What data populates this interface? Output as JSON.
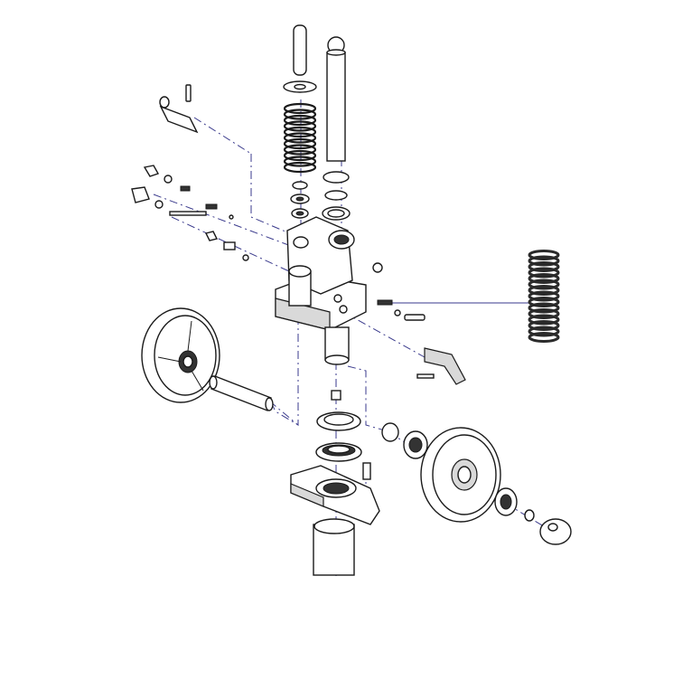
{
  "diagram": {
    "kind": "exploded-assembly",
    "colors": {
      "line": "#1a1a1a",
      "leader": "#3a3a8c",
      "shade": "#d9d9d9",
      "background": "#ffffff"
    },
    "parts": [
      "push-rod",
      "piston-rod",
      "return-spring",
      "pump-body",
      "load-wheel-left",
      "load-wheel-right",
      "axle",
      "swivel-bracket",
      "bearing",
      "pedal-lever",
      "spring-detail"
    ]
  }
}
